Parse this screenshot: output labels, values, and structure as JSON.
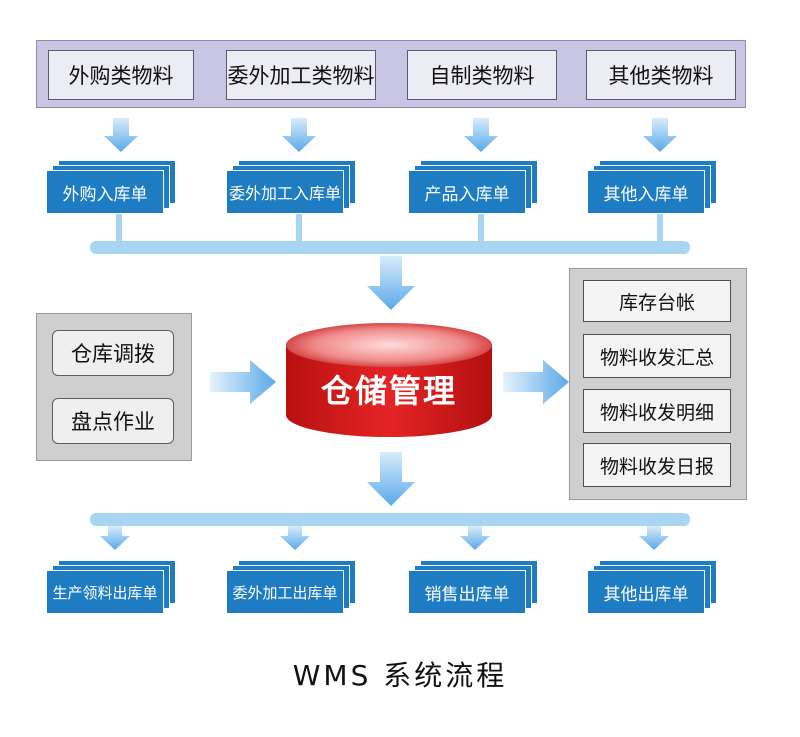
{
  "materials": [
    "外购类物料",
    "委外加工类物料",
    "自制类物料",
    "其他类物料"
  ],
  "inbound_docs": [
    "外购入库单",
    "委外加工入库单",
    "产品入库单",
    "其他入库单"
  ],
  "operations": [
    "仓库调拨",
    "盘点作业"
  ],
  "center": "仓储管理",
  "reports": [
    "库存台帐",
    "物料收发汇总",
    "物料收发明细",
    "物料收发日报"
  ],
  "outbound_docs": [
    "生产领料出库单",
    "委外加工出库单",
    "销售出库单",
    "其他出库单"
  ],
  "title": "WMS 系统流程",
  "colors": {
    "doc_blue": "#1e7cc2",
    "arrow_blue": "#7cbef0",
    "center_red": "#d81e1e",
    "material_panel": "#c9c6e4"
  }
}
